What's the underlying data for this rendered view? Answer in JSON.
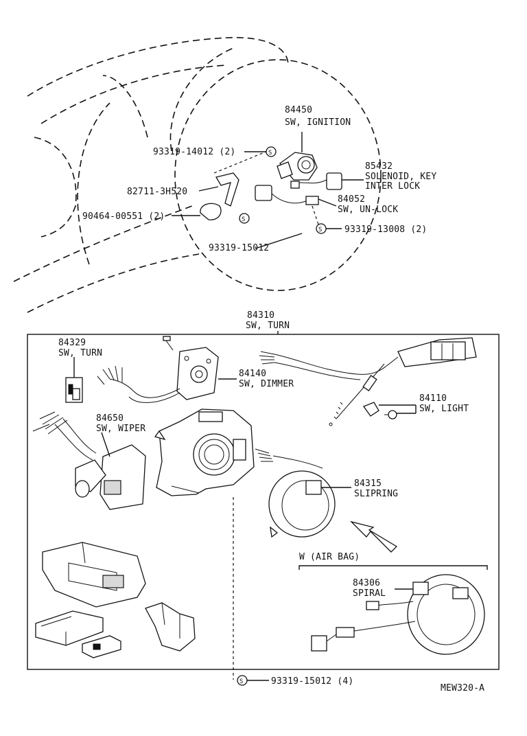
{
  "diagram": {
    "figure_id": "MEW320-A",
    "top_section": {
      "ignition": {
        "number": "84450",
        "name": "SW, IGNITION"
      },
      "solenoid": {
        "number": "85432",
        "name": "SOLENOID, KEY",
        "name2": "INTER LOCK"
      },
      "unlock": {
        "number": "84052",
        "name": "SW, UN-LOCK"
      },
      "screw_a": {
        "number": "93319-14012 (2)"
      },
      "bracket": {
        "number": "82711-3H520"
      },
      "clamp": {
        "number": "90464-00551 (2)"
      },
      "screw_b": {
        "number": "93319-13008 (2)"
      },
      "screw_c": {
        "number": "93319-15012"
      }
    },
    "assembly": {
      "number": "84310",
      "name": "SW, TURN",
      "turn_sub": {
        "number": "84329",
        "name": "SW, TURN"
      },
      "dimmer": {
        "number": "84140",
        "name": "SW, DIMMER"
      },
      "light": {
        "number": "84110",
        "name": "SW, LIGHT"
      },
      "wiper": {
        "number": "84650",
        "name": "SW, WIPER"
      },
      "slipring": {
        "number": "84315",
        "name": "SLIPRING"
      },
      "airbag_note": "W (AIR BAG)",
      "spiral": {
        "number": "84306",
        "name": "SPIRAL"
      },
      "bottom_screw": {
        "number": "93319-15012 (4)"
      }
    },
    "screw_symbol": "S"
  }
}
